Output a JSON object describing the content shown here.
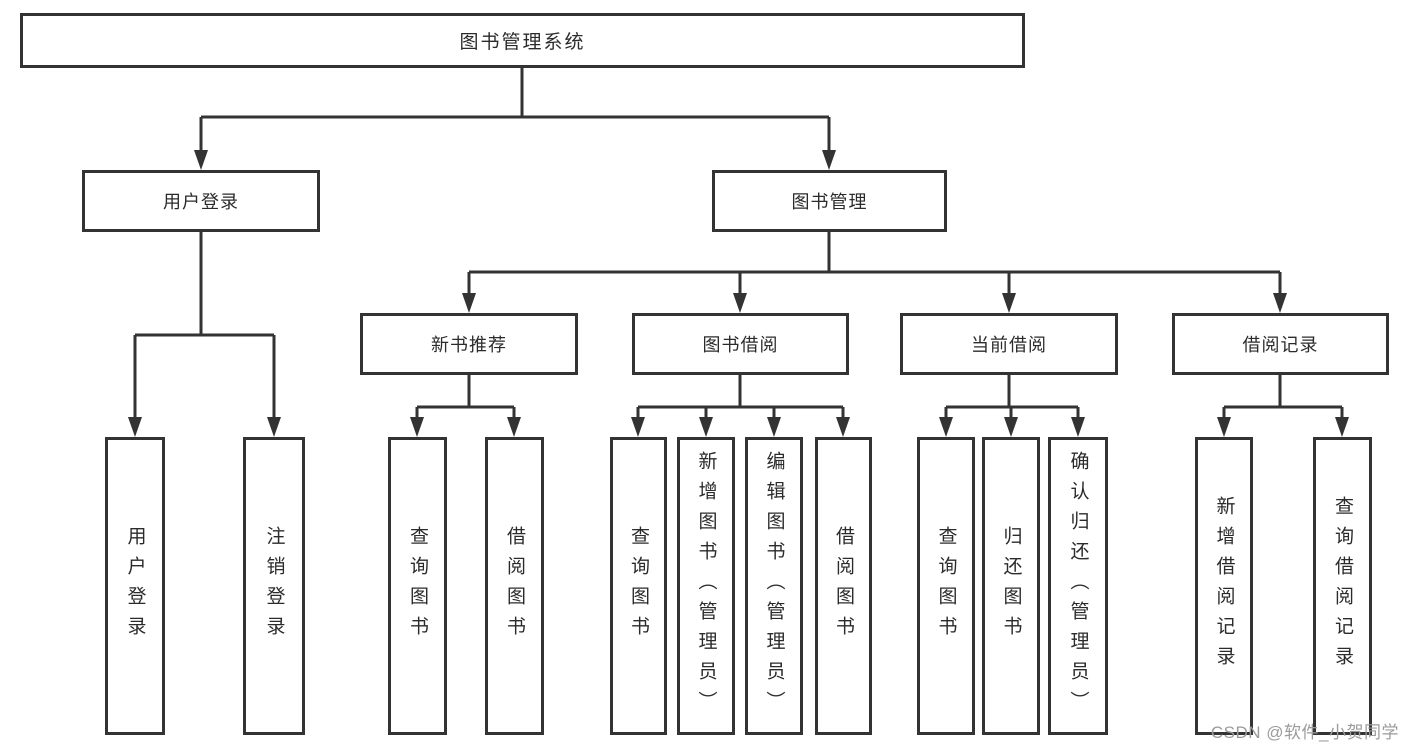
{
  "colors": {
    "line": "#333333",
    "text": "#2b2b2b",
    "watermark": "#9b9b9b",
    "background": "#ffffff"
  },
  "root": {
    "label": "图书管理系统"
  },
  "branches": {
    "user_login": {
      "label": "用户登录",
      "children": [
        "用户登录",
        "注销登录"
      ]
    },
    "book_management": {
      "label": "图书管理",
      "sections": {
        "new_book_recommend": {
          "label": "新书推荐",
          "children": [
            "查询图书",
            "借阅图书"
          ]
        },
        "book_borrow": {
          "label": "图书借阅",
          "children": [
            "查询图书",
            "新增图书（管理员）",
            "编辑图书（管理员）",
            "借阅图书"
          ]
        },
        "current_borrow": {
          "label": "当前借阅",
          "children": [
            "查询图书",
            "归还图书",
            "确认归还（管理员）"
          ]
        },
        "borrow_records": {
          "label": "借阅记录",
          "children": [
            "新增借阅记录",
            "查询借阅记录"
          ]
        }
      }
    }
  },
  "watermark": "CSDN @软件_小贺同学"
}
